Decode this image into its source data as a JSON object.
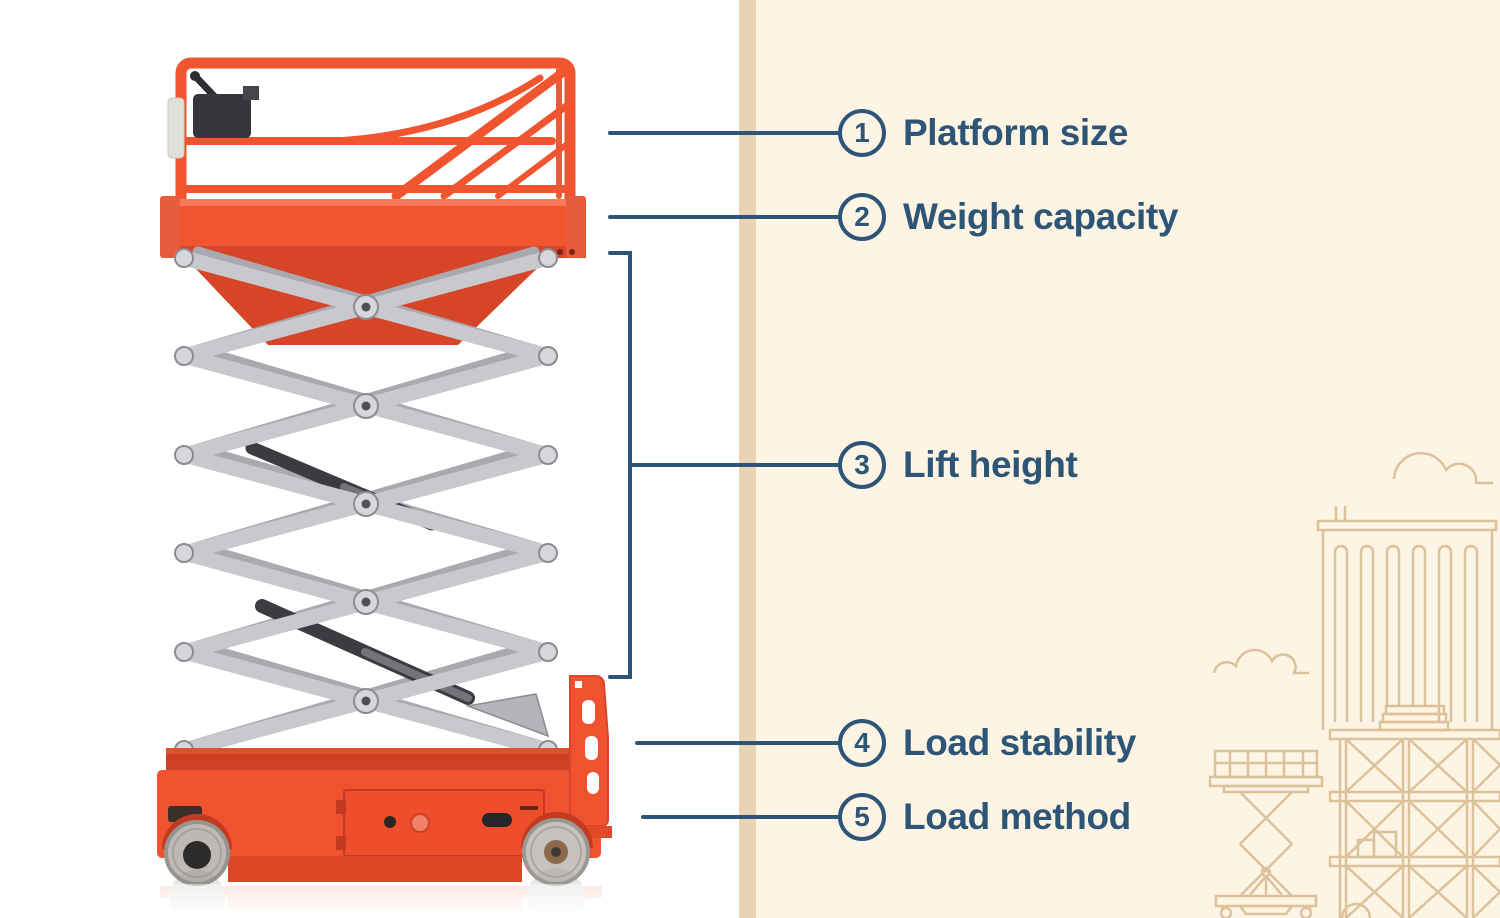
{
  "callouts": [
    {
      "number": "1",
      "label": "Platform size"
    },
    {
      "number": "2",
      "label": "Weight capacity"
    },
    {
      "number": "3",
      "label": "Lift height"
    },
    {
      "number": "4",
      "label": "Load stability"
    },
    {
      "number": "5",
      "label": "Load method"
    }
  ],
  "colors": {
    "accent_navy": "#2d5577",
    "background_left": "#ffffff",
    "background_right": "#fdf4e3",
    "divider_tan": "#e8d4b4",
    "line_art_tan": "#dcc29c",
    "lift_orange": "#f0552f",
    "scissor_gray": "#c8c8cd"
  },
  "illustration": {
    "main_subject": "scissor-lift-side-view",
    "decor_elements": [
      "cloud",
      "cloud",
      "high-rise-building",
      "scaffolding",
      "mini-scissor-lift"
    ]
  }
}
